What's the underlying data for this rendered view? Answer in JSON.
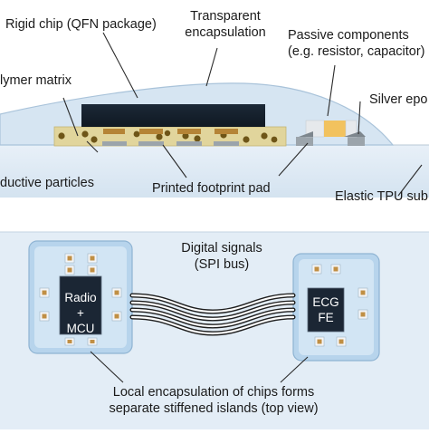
{
  "cross_section": {
    "labels": {
      "rigid_chip": "Rigid chip (QFN package)",
      "transparent_encapsulation_line1": "Transparent",
      "transparent_encapsulation_line2": "encapsulation",
      "passive_line1": "Passive components",
      "passive_line2": "(e.g. resistor, capacitor)",
      "polymer_matrix": "lymer matrix",
      "silver_epoxy": "Silver epo",
      "conductive_particles": "ductive particles",
      "printed_pad": "Printed footprint pad",
      "substrate": "Elastic TPU sub"
    }
  },
  "top_view": {
    "digital_line1": "Digital signals",
    "digital_line2": "(SPI bus)",
    "chip_left_line1": "Radio +",
    "chip_left_line2": "MCU",
    "chip_right_line1": "ECG",
    "chip_right_line2": "FE",
    "caption_line1": "Local encapsulation of chips forms",
    "caption_line2": "separate stiffened islands (top view)"
  },
  "colors": {
    "encapsulation": "#d3e5f2",
    "substrate": "#dbe8f3",
    "chip_dark": "#1b2838",
    "polymer_matrix": "#e0d49a",
    "particle": "#6b5214",
    "silver_pad": "#9aa3aa",
    "passive_body": "#f2c25e",
    "island_outer": "#b9d6ee",
    "island_inner": "#d7e8f6",
    "pad_white": "#f4f6f8",
    "pad_bronze": "#c29246"
  }
}
